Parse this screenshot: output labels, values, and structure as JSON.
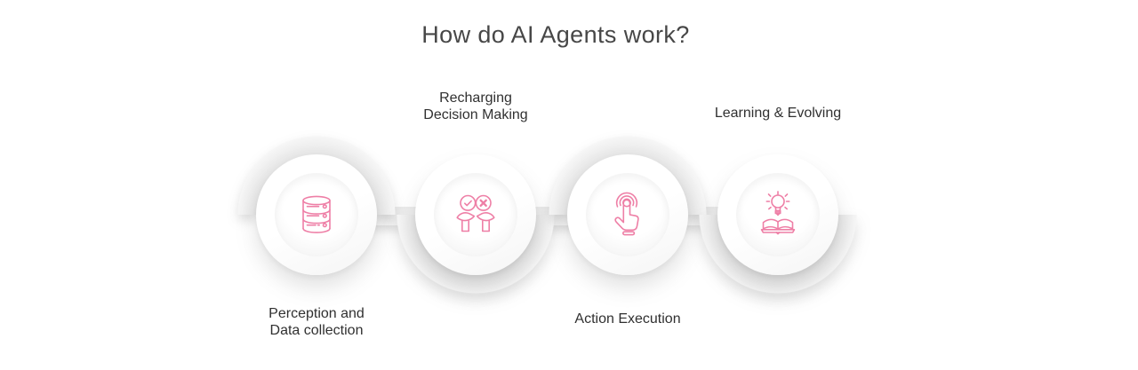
{
  "title": "How do AI Agents work?",
  "colors": {
    "accent": "#ee7fa6",
    "title_text": "#474747",
    "label_text": "#303030",
    "band": "#ececec",
    "background": "#ffffff"
  },
  "steps": [
    {
      "name": "perception-and-data-collection",
      "icon": "database-icon",
      "label_line1": "Perception and",
      "label_line2": "Data collection",
      "label_position": "below"
    },
    {
      "name": "recharging-decision-making",
      "icon": "hands-approve-reject-icon",
      "label_line1": "Recharging",
      "label_line2": "Decision Making",
      "label_position": "above"
    },
    {
      "name": "action-execution",
      "icon": "tap-gesture-icon",
      "label_line1": "Action Execution",
      "label_line2": "",
      "label_position": "below"
    },
    {
      "name": "learning-and-evolving",
      "icon": "lightbulb-book-icon",
      "label_line1": "Learning & Evolving",
      "label_line2": "",
      "label_position": "above"
    }
  ]
}
